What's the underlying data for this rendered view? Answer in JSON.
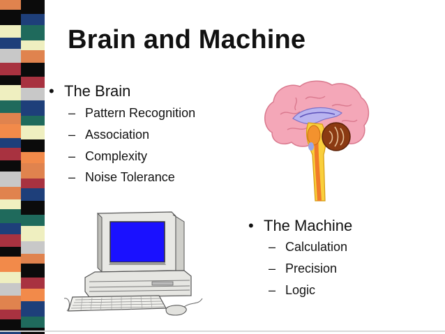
{
  "slide": {
    "title": "Brain and Machine",
    "brain_section": {
      "heading": "The Brain",
      "items": [
        "Pattern Recognition",
        "Association",
        "Complexity",
        "Noise Tolerance"
      ]
    },
    "machine_section": {
      "heading": "The Machine",
      "items": [
        "Calculation",
        "Precision",
        "Logic"
      ]
    },
    "bullet_glyph": "•",
    "sub_glyph": "–"
  },
  "icons": {
    "brain": "brain-clipart",
    "computer": "desktop-computer-clipart"
  },
  "colors": {
    "stripe_palette": [
      "#e0834e",
      "#1e3f7a",
      "#efefc0",
      "#a83240",
      "#1f6a5c",
      "#0b0b0b",
      "#c8c8c8",
      "#f28a4a"
    ],
    "monitor_screen": "#1a11ff",
    "brain_pink": "#f4a7b8",
    "brainstem_yellow": "#f9cf3c",
    "cerebellum_brown": "#8b3a12"
  }
}
